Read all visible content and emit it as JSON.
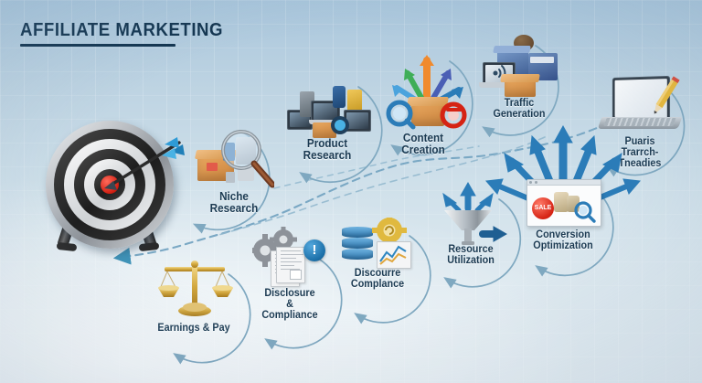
{
  "title": {
    "text": "AFFILIATE MARKETING"
  },
  "theme": {
    "background_top": "#a9c6dc",
    "background_bottom": "#e7eff4",
    "title_color": "#12344f",
    "label_color": "#1b3a52",
    "ring_color": "#7fa8c0",
    "accent_arrow": "#2b7cb8",
    "dashed_path": "#7aa8c4",
    "bullseye_red": "#d01f12",
    "gold": "#c9a23c"
  },
  "nodes": [
    {
      "id": "niche-research",
      "label": "Niche\nResearch",
      "icon": "box-magnifier-icon",
      "label_font_size": 13
    },
    {
      "id": "product-research",
      "label": "Product\nResearch",
      "icon": "electronics-devices-icon",
      "label_font_size": 13
    },
    {
      "id": "content-creation",
      "label": "Content\nCreation",
      "icon": "box-arrows-burst-icon",
      "label_font_size": 13
    },
    {
      "id": "traffic-generation",
      "label": "Traffic\nGeneration",
      "icon": "broadcast-laptop-boxes-icon",
      "label_font_size": 12
    },
    {
      "id": "platform-trends",
      "label": "Puaris\nTrarrch-\nTneadies",
      "icon": "laptop-pencil-icon",
      "label_font_size": 12
    },
    {
      "id": "conversion-optimization",
      "label": "Conversion\nOptimization",
      "icon": "browser-sale-icon",
      "label_font_size": 12
    },
    {
      "id": "resource-utilization",
      "label": "Resource\nUtilization",
      "icon": "funnel-arrow-icon",
      "label_font_size": 12
    },
    {
      "id": "discourse-compliance",
      "label": "Discourre\nComplance",
      "icon": "database-gear-chart-icon",
      "label_font_size": 12
    },
    {
      "id": "disclosure-compliance",
      "label": "Disclosure\n&\nCompliance",
      "icon": "gears-document-alert-icon",
      "label_font_size": 12
    },
    {
      "id": "earnings-pay",
      "label": "Earnings & Pay",
      "icon": "balance-scales-icon",
      "label_font_size": 12
    }
  ],
  "target": {
    "name": "dartboard-target",
    "description": "archery target with arrow in bullseye"
  }
}
